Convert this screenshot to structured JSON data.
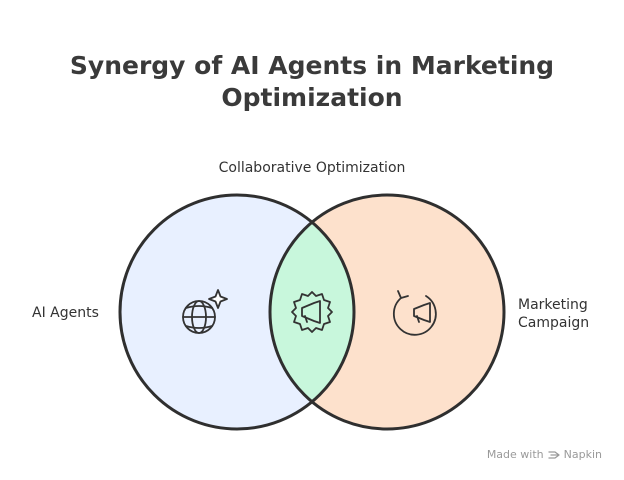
{
  "title": {
    "line1": "Synergy of AI Agents in Marketing",
    "line2": "Optimization"
  },
  "venn": {
    "intersection_label": "Collaborative Optimization",
    "left_label": "AI Agents",
    "right_label_line1": "Marketing",
    "right_label_line2": "Campaign",
    "left_icon": "globe-sparkle-icon",
    "intersection_icon": "megaphone-gear-icon",
    "right_icon": "megaphone-refresh-icon",
    "colors": {
      "left_fill": "#e8f0ff",
      "right_fill": "#fde1cc",
      "intersection_fill": "#c8f7dc",
      "stroke": "#2f2f2f"
    }
  },
  "footer": {
    "made_with": "Made with",
    "brand": "Napkin"
  }
}
